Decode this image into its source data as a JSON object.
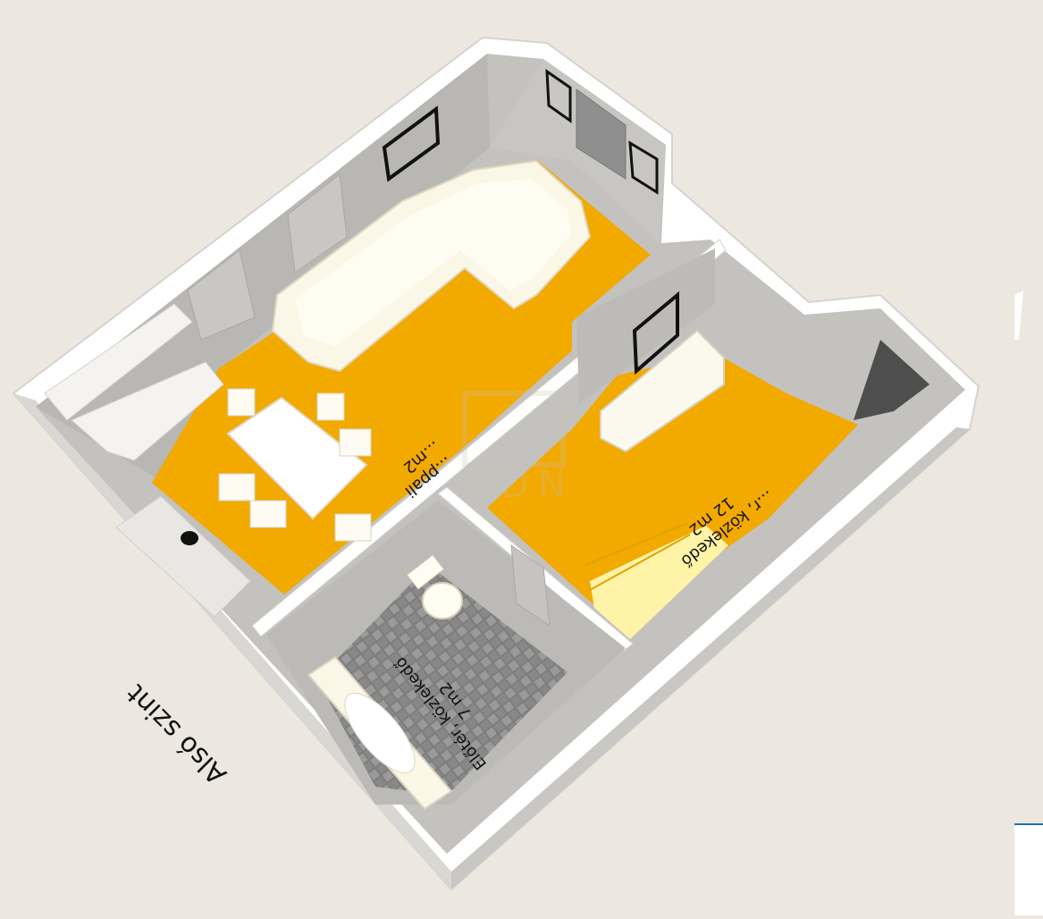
{
  "floor_label": "Alsó szint",
  "rooms": {
    "living": {
      "label_line1": "...ppali",
      "label_line2": "...m2"
    },
    "hall_upper": {
      "label_line1": "...r, közlekedő",
      "label_line2": "12 m2"
    },
    "hall_lower": {
      "label_line1": "Előtér, közlekedő",
      "label_line2": "7 m2"
    }
  },
  "watermark": {
    "text": "GDN"
  },
  "colors": {
    "background": "#ede8df",
    "floor_orange": "#f2a900",
    "wall_top": "#ffffff",
    "wall_inner": "#bcbab6",
    "wall_outer": "#cfcdc9",
    "tile": "#8e8e8e",
    "furniture": "#fbf7e6",
    "stairs": "#fff3a8"
  }
}
